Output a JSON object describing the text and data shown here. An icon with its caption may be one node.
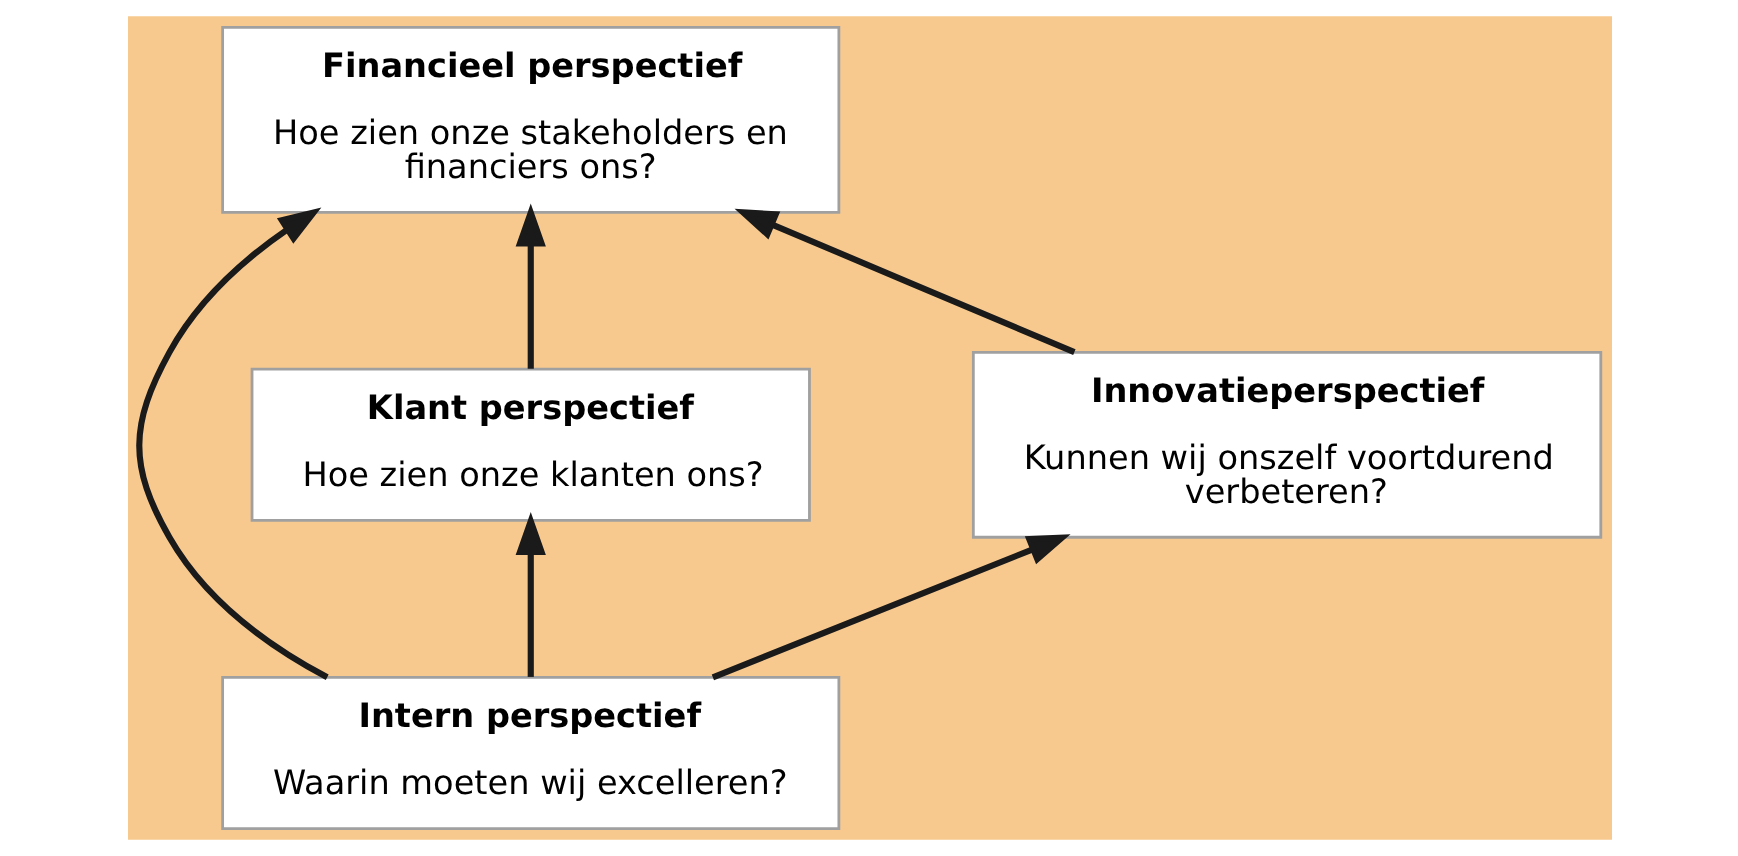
{
  "diagram": {
    "nodes": [
      {
        "text": [
          "Financieel perspectief",
          "Hoe zien onze stakeholders en financiers ons?"
        ]
      },
      {
        "text": [
          "Klant perspectief",
          "Hoe zien onze klanten ons?"
        ]
      },
      {
        "text": [
          "Innovatieperspectief",
          "Kunnen wij onszelf voortdurend verbeteren?"
        ]
      },
      {
        "text": [
          "Intern perspectief",
          "Waarin moeten wij excelleren?"
        ]
      }
    ],
    "edges": [
      {
        "from": 1,
        "to": 0,
        "arrow": "to"
      },
      {
        "from": 2,
        "to": 0,
        "arrow": "to"
      },
      {
        "from": 3,
        "to": 0,
        "arrow": "to"
      },
      {
        "from": 3,
        "to": 1,
        "arrow": "to"
      },
      {
        "from": 3,
        "to": 2,
        "arrow": "to"
      }
    ]
  }
}
